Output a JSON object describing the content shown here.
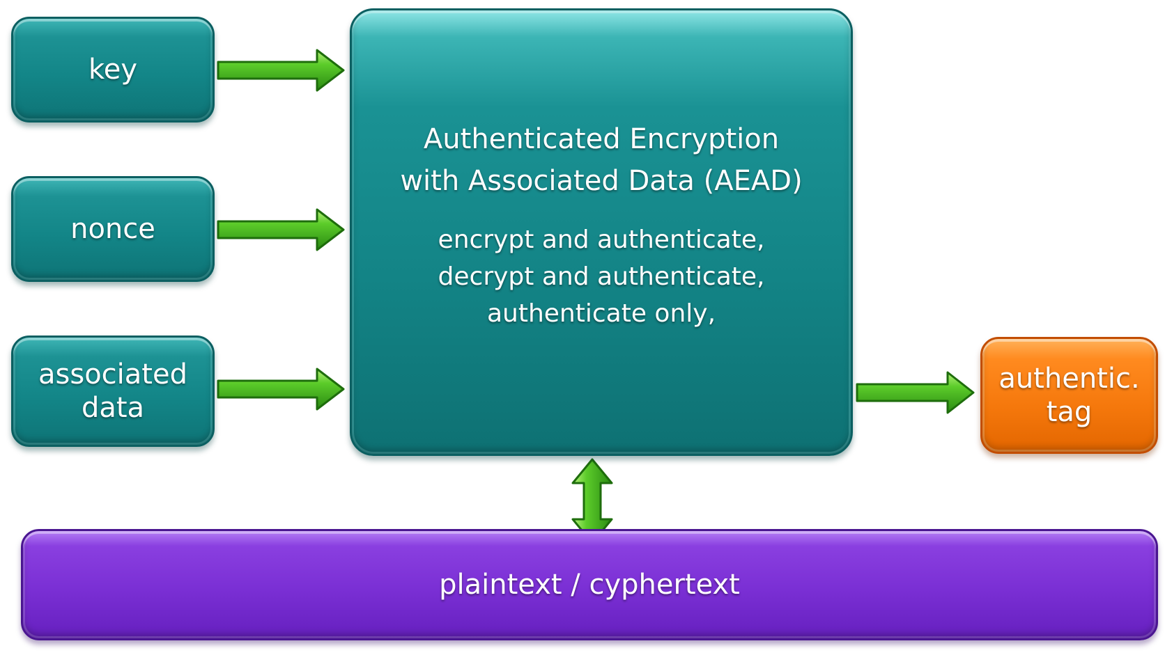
{
  "colors": {
    "teal": "#138688",
    "orange": "#f5780c",
    "purple": "#7a2fd4",
    "arrow": "#3fae1e"
  },
  "inputs": [
    {
      "id": "key",
      "label": "key"
    },
    {
      "id": "nonce",
      "label": "nonce"
    },
    {
      "id": "associated-data",
      "label": "associated\ndata"
    }
  ],
  "aead": {
    "title": "Authenticated Encryption\nwith Associated Data (AEAD)",
    "operations": "encrypt and authenticate,\ndecrypt and authenticate,\nauthenticate only,"
  },
  "output": {
    "label": "authentic.\ntag"
  },
  "data_bar": {
    "label": "plaintext / cyphertext"
  },
  "edges": [
    {
      "from": "key",
      "to": "aead",
      "direction": "forward"
    },
    {
      "from": "nonce",
      "to": "aead",
      "direction": "forward"
    },
    {
      "from": "associated-data",
      "to": "aead",
      "direction": "forward"
    },
    {
      "from": "aead",
      "to": "authentic-tag",
      "direction": "forward"
    },
    {
      "from": "aead",
      "to": "plaintext-cyphertext",
      "direction": "both"
    }
  ]
}
